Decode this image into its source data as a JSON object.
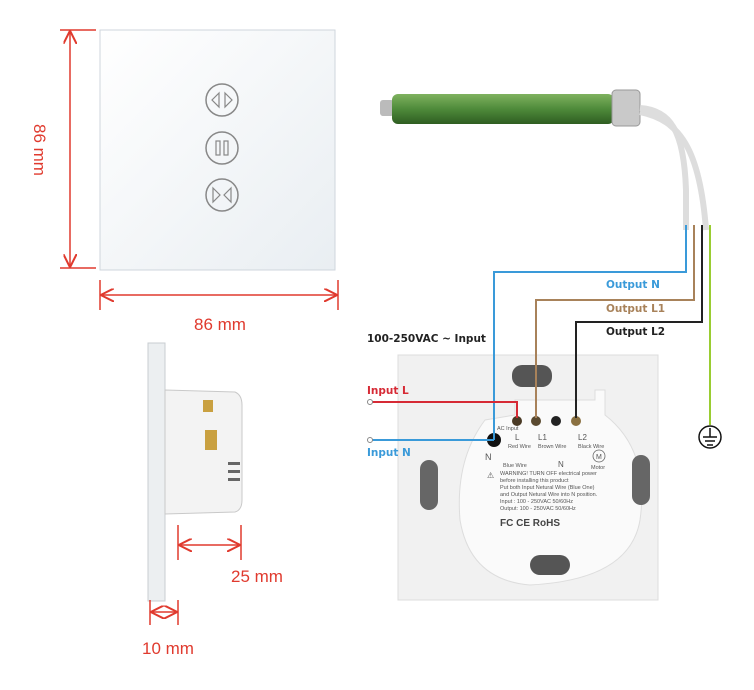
{
  "dimensions": {
    "height": "86 mm",
    "width": "86 mm",
    "depth": "25 mm",
    "panel_thickness": "10 mm"
  },
  "wiring": {
    "input_voltage": "100-250VAC ~ Input",
    "input_l": "Input L",
    "input_n": "Input N",
    "output_n": "Output N",
    "output_l1": "Output L1",
    "output_l2": "Output L2"
  },
  "back_label": {
    "ac_input": "AC Input",
    "terminal_n": "N",
    "terminal_l": "L",
    "terminal_l1": "L1",
    "terminal_l2": "L2",
    "red_wire": "Red Wire",
    "brown_wire": "Brown Wire",
    "black_wire": "Black Wire",
    "blue_wire": "Blue Wire",
    "n_bus": "N",
    "motor": "Motor",
    "warning_1": "WARNING! TURN OFF electrical power",
    "warning_2": "before installing this product",
    "warning_3": "Put both Input Netural Wire (Blue One)",
    "warning_4": "and Output Netural Wire into N position.",
    "input_spec": "Input : 100 - 250VAC 50/60Hz",
    "output_spec": "Output: 100 - 250VAC 50/60Hz",
    "certs": "FC CE RoHS"
  },
  "colors": {
    "dimension": "#e03a2e",
    "wire_n": "#3a9ad9",
    "wire_l": "#d62a35",
    "wire_l1": "#a8825a",
    "wire_l2": "#222222",
    "wire_earth": "#9acd32",
    "motor_tube": "#4e8a3a"
  }
}
